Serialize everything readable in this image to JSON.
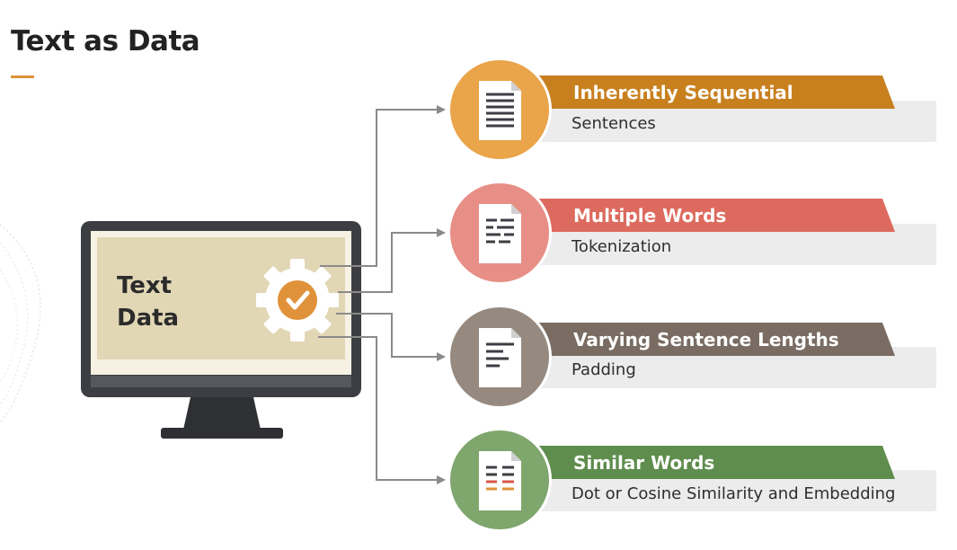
{
  "title": "Text as Data",
  "screen": {
    "text": "Text\nData"
  },
  "colors": {
    "accent": "#e0923a",
    "item_colors": [
      "#c8801f",
      "#dd6a5e",
      "#7a6c62",
      "#5f8d4e"
    ],
    "circle_colors": [
      "#eaa44a",
      "#e78f86",
      "#968a80",
      "#7fa66d"
    ],
    "monitor_frame": "#3c3e43",
    "screen_fill": "#e2d7b5"
  },
  "items": [
    {
      "title": "Inherently Sequential",
      "subtitle": "Sentences",
      "icon": "document-lines-icon"
    },
    {
      "title": "Multiple Words",
      "subtitle": "Tokenization",
      "icon": "document-dashes-icon"
    },
    {
      "title": "Varying Sentence Lengths",
      "subtitle": "Padding",
      "icon": "document-short-lines-icon"
    },
    {
      "title": "Similar Words",
      "subtitle": "Dot or Cosine Similarity and Embedding",
      "icon": "document-colored-dashes-icon"
    }
  ]
}
